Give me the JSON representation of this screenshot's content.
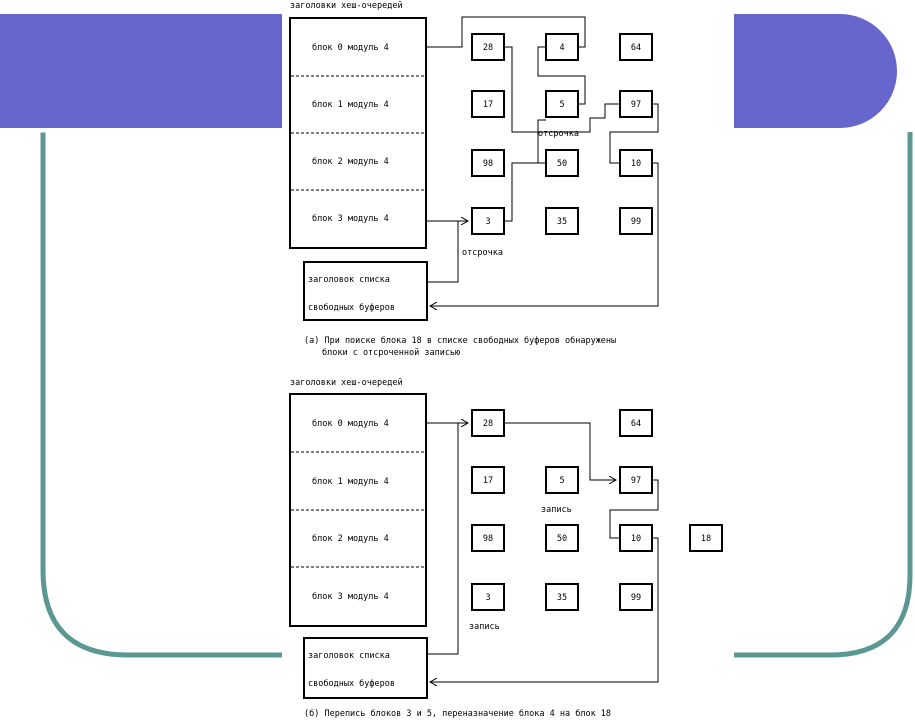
{
  "slide": {
    "colors": {
      "bar": "#6666cc",
      "frame": "#5b9893",
      "accent": "#ffffff"
    }
  },
  "figure_a": {
    "heading": "заголовки хеш-очередей",
    "queues": [
      "блок 0 модуль 4",
      "блок 1 модуль 4",
      "блок 2 модуль 4",
      "блок 3 модуль 4"
    ],
    "free_list": [
      "заголовок списка",
      "свободных буферов"
    ],
    "blocks": [
      "28",
      "4",
      "64",
      "17",
      "5",
      "97",
      "98",
      "50",
      "10",
      "3",
      "35",
      "99"
    ],
    "label_upper": "отсрочка",
    "label_lower": "отсрочка",
    "caption": [
      "(а) При поиске блока 18 в списке свободных буферов обнаружены",
      "блоки с отсроченной записью"
    ]
  },
  "figure_b": {
    "heading": "заголовки хеш-очередей",
    "queues": [
      "блок 0 модуль 4",
      "блок 1 модуль 4",
      "блок 2 модуль 4",
      "блок 3 модуль 4"
    ],
    "free_list": [
      "заголовок списка",
      "свободных буферов"
    ],
    "blocks": [
      "28",
      "64",
      "17",
      "5",
      "97",
      "98",
      "50",
      "10",
      "18",
      "3",
      "35",
      "99"
    ],
    "label_write_upper": "запись",
    "label_write_lower": "запись",
    "caption": "(б) Перепись блоков 3 и 5, переназначение блока 4 на блок 18"
  }
}
